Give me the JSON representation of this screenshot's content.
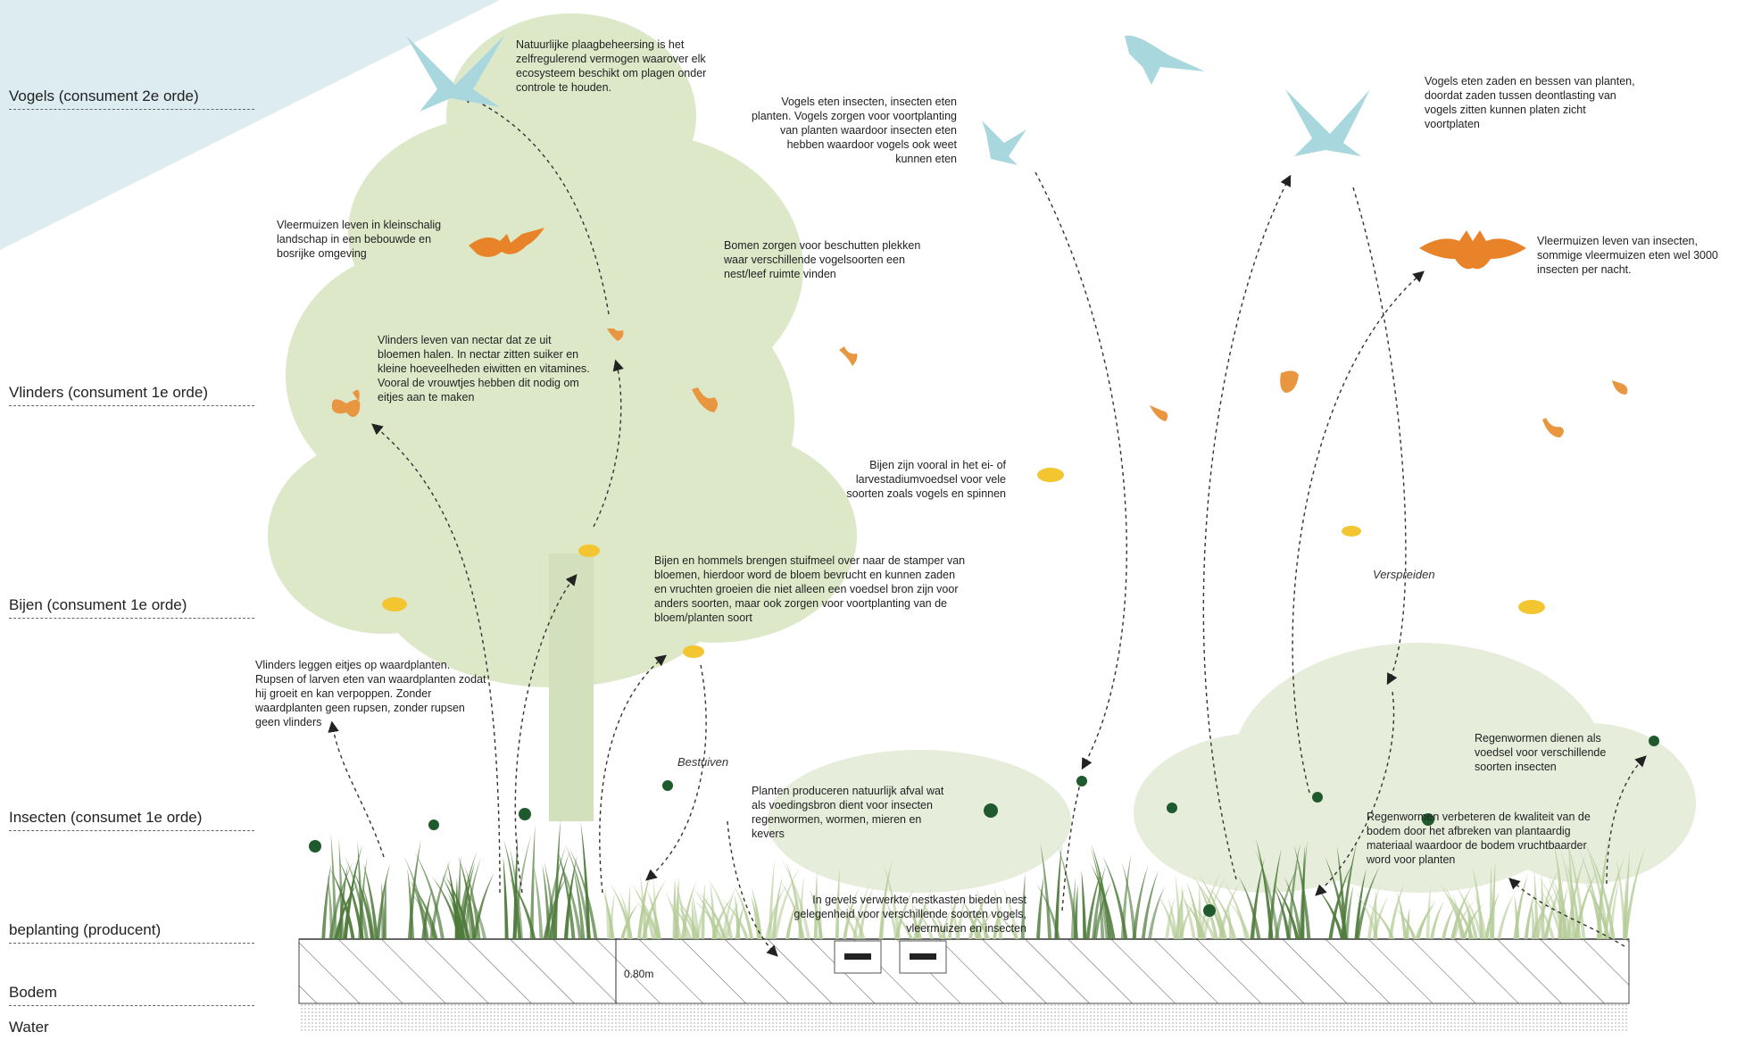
{
  "layers": [
    {
      "id": "vogels",
      "label": "Vogels (consument 2e orde)"
    },
    {
      "id": "vlinders",
      "label": "Vlinders (consument 1e orde)"
    },
    {
      "id": "bijen",
      "label": "Bijen (consument 1e orde)"
    },
    {
      "id": "insecten",
      "label": "Insecten (consumet 1e orde)"
    },
    {
      "id": "beplanting",
      "label": "beplanting (producent)"
    },
    {
      "id": "bodem",
      "label": "Bodem"
    },
    {
      "id": "water",
      "label": "Water"
    }
  ],
  "notes": {
    "plaagbeheersing": "Natuurlijke plaagbeheersing is het zelfregulerend vermogen waarover elk ecosysteem beschikt om plagen onder controle te houden.",
    "vogels_eten_insecten": "Vogels eten insecten, insecten eten planten. Vogels zorgen voor voortplanting van planten waardoor insecten eten hebben waardoor vogels ook weet kunnen eten",
    "vogels_eten_zaden": "Vogels eten zaden en bessen van planten, doordat zaden tussen deontlasting van vogels zitten kunnen platen zicht voortplaten",
    "vleermuizen_landschap": "Vleermuizen leven in kleinschalig landschap in een bebouwde en bosrijke omgeving",
    "bomen": "Bomen zorgen voor beschutten plekken waar verschillende vogelsoorten een nest/leef ruimte vinden",
    "vleermuizen_insecten": "Vleermuizen leven van insecten, sommige vleermuizen eten wel 3000 insecten per nacht.",
    "vlinders_nectar": "Vlinders leven van nectar dat ze uit bloemen halen. In nectar zitten suiker en kleine hoeveelheden eiwitten en vitamines. Vooral de vrouwtjes hebben dit nodig om eitjes aan te maken",
    "bijen_voedsel": "Bijen zijn vooral in het ei- of larvestadiumvoedsel voor vele soorten zoals vogels en spinnen",
    "bijen_stuifmeel": "Bijen en hommels brengen stuifmeel over naar de stamper van bloemen, hierdoor word de bloem bevrucht en kunnen zaden en vruchten groeien die niet alleen een voedsel bron zijn voor anders soorten, maar ook zorgen voor voortplanting van de bloem/planten soort",
    "vlinders_eitjes": "Vlinders leggen eitjes op waardplanten. Rupsen of larven eten van waardplanten zodat hij groeit en kan verpoppen. Zonder waardplanten geen rupsen, zonder rupsen geen vlinders",
    "regenwormen_voedsel": "Regenwormen dienen als voedsel voor verschillende soorten insecten",
    "planten_afval": "Planten produceren natuurlijk afval wat als voedingsbron dient voor insecten regenwormen, wormen, mieren en kevers",
    "regenwormen_bodem": "Regenwormen verbeteren de kwaliteit van de bodem door het afbreken van plantaardig materiaal waardoor de bodem vruchtbaarder word voor planten",
    "nestkasten": "In gevels verwerkte nestkasten bieden nest gelegenheid voor verschillende soorten vogels, vleermuizen en insecten"
  },
  "tags": {
    "verspreiden": "Verspreiden",
    "bestuiven": "Bestuiven"
  },
  "dimension": "0.80m",
  "colors": {
    "sky": "#dcecf1",
    "bird": "#a8d8de",
    "tree": "#dde8c9",
    "orange": "#e8832a",
    "butterfly": "#e8963f",
    "bee": "#f2c531",
    "plant_dark": "#4e7a3a",
    "plant_light": "#b5cc98",
    "insect": "#1f5a2e"
  }
}
